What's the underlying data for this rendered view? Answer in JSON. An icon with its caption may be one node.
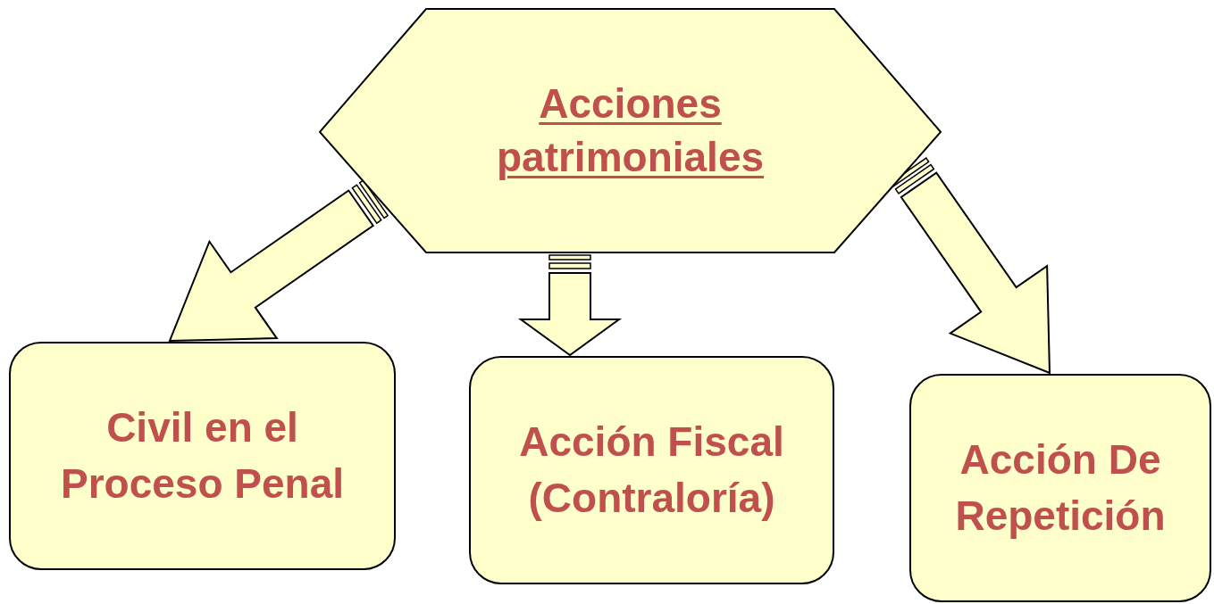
{
  "diagram": {
    "nodes": [
      {
        "text": [
          "Acciones patrimoniales"
        ]
      },
      {
        "text": [
          "Civil en el Proceso Penal"
        ]
      },
      {
        "text": [
          "Acción Fiscal (Contraloría)"
        ]
      },
      {
        "text": [
          "Acción De Repetición"
        ]
      }
    ],
    "edges": [
      {
        "from": 0,
        "to": 1,
        "arrow": "to"
      },
      {
        "from": 0,
        "to": 2,
        "arrow": "to"
      },
      {
        "from": 0,
        "to": 3,
        "arrow": "to"
      }
    ]
  }
}
